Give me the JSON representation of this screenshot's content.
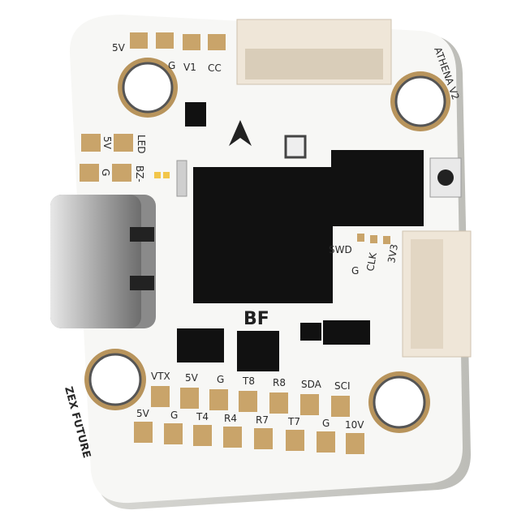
{
  "board": {
    "brand": "ZEX FUTURE",
    "model": "ATHENA V2",
    "logo": "BF",
    "colors": {
      "board": "#f7f7f5",
      "pad": "#c9a46a",
      "chip": "#111111",
      "ring": "#b8945c",
      "connector": "#efe6d8"
    },
    "top_pads": {
      "p5v": "5V",
      "g": "G",
      "v1": "V1",
      "cc": "CC"
    },
    "left_pads": {
      "p5v": "5V",
      "led": "LED",
      "g": "G",
      "bz": "BZ-"
    },
    "swd": {
      "label": "SWD",
      "g": "G",
      "clk": "CLK",
      "v33": "3V3"
    },
    "row1": [
      "VTX",
      "5V",
      "G",
      "T8",
      "R8",
      "SDA",
      "SCI"
    ],
    "row2": [
      "5V",
      "G",
      "T4",
      "R4",
      "R7",
      "T7",
      "G",
      "10V"
    ]
  }
}
